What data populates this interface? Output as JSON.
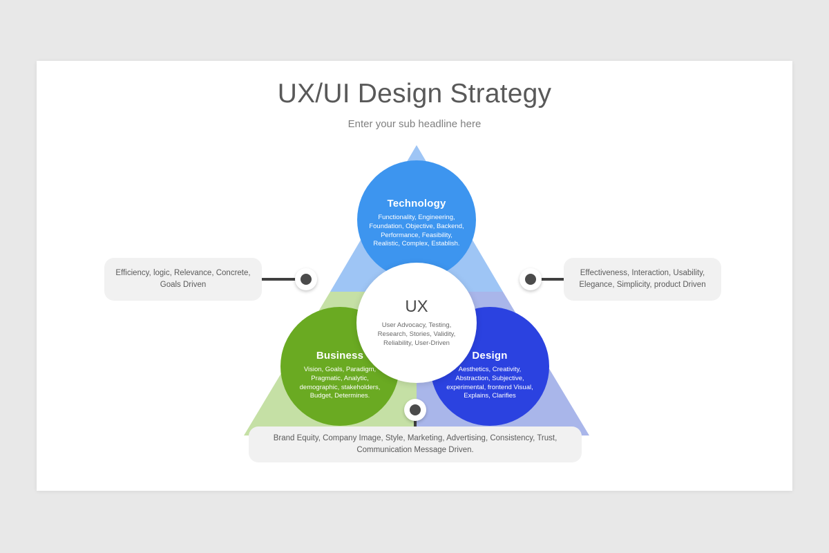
{
  "slide": {
    "title": "UX/UI Design Strategy",
    "subtitle": "Enter your sub headline here"
  },
  "diagram": {
    "center": {
      "label": "UX",
      "body": "User Advocacy, Testing, Research, Stories, Validity, Reliability, User-Driven"
    },
    "lobes": [
      {
        "id": "technology",
        "label": "Technology",
        "body": "Functionality, Engineering, Foundation, Objective, Backend, Performance, Feasibility, Realistic, Complex, Establish.",
        "color": "#3d95ef",
        "triangle_color": "#9ec5f5"
      },
      {
        "id": "business",
        "label": "Business",
        "body": "Vision, Goals, Paradigm, Pragmatic, Analytic, demographic, stakeholders, Budget, Determines.",
        "color": "#6aaa22",
        "triangle_color": "#c5e0a5"
      },
      {
        "id": "design",
        "label": "Design",
        "body": "Aesthetics, Creativity, Abstraction, Subjective, experimental, frontend Visual, Explains, Clarifies",
        "color": "#2b42e0",
        "triangle_color": "#a9b6ea"
      }
    ],
    "callouts": {
      "left": "Efficiency, logic, Relevance, Concrete, Goals Driven",
      "right": "Effectiveness, Interaction, Usability, Elegance, Simplicity, product Driven",
      "bottom": "Brand Equity, Company Image, Style, Marketing, Advertising, Consistency, Trust, Communication Message Driven."
    }
  },
  "theme": {
    "page_background": "#e8e8e8",
    "slide_background": "#ffffff",
    "callout_background": "#f1f1f1",
    "title_color": "#595959",
    "subtitle_color": "#7f7f7f",
    "connector_color": "#3f3f3f",
    "node_dot_color": "#4b4b4b"
  }
}
